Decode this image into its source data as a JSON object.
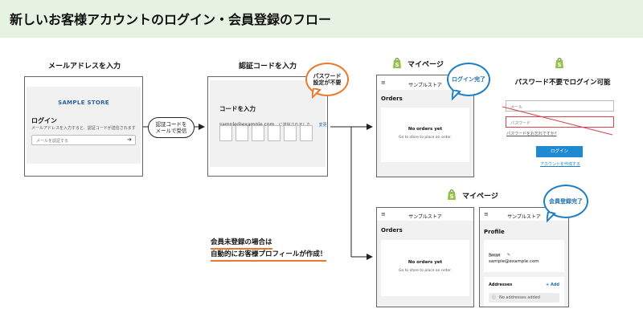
{
  "header": {
    "title": "新しいお客様アカウントのログイン・会員登録のフロー"
  },
  "step1": {
    "title": "メールアドレスを入力",
    "store_name": "SAMPLE STORE",
    "heading": "ログイン",
    "description": "メールアドレスを入力すると、認証コードが送信されます",
    "email_placeholder": "メールを認証する",
    "arrow": "➔"
  },
  "connector": {
    "label_line1": "認証コードを",
    "label_line2": "メールで受信"
  },
  "step2": {
    "title": "認証コードを入力",
    "heading": "コードを入力",
    "email": "sample@example.com",
    "sent_text": "に送信されました",
    "change_link": "変更",
    "bubble_line1": "パスワード",
    "bubble_line2": "設定が不要"
  },
  "mypage_top": {
    "title": "マイページ",
    "store_name": "サンプルストア",
    "orders_heading": "Orders",
    "no_orders": "No orders yet",
    "no_orders_sub": "Go to store to place an order.",
    "bubble": "ログイン完了"
  },
  "login_panel": {
    "title": "パスワード不要でログイン可能",
    "email_placeholder": "メール",
    "password_placeholder": "パスワード",
    "forgot_text": "パスワードをお忘れですか?",
    "login_button": "ログイン",
    "create_account_link": "アカウントを作成する"
  },
  "note": {
    "line1": "会員未登録の場合は",
    "line2": "自動的にお客様プロフィールが作成！"
  },
  "mypage_bottom": {
    "title": "マイページ",
    "store_name": "サンプルストア",
    "orders_heading": "Orders",
    "no_orders": "No orders yet",
    "no_orders_sub": "Go to store to place an order."
  },
  "profile": {
    "store_name": "サンプルストア",
    "heading": "Profile",
    "name_label": "Name",
    "email_label": "Email",
    "email_value": "sample@example.com",
    "addresses_heading": "Addresses",
    "add_link": "+ Add",
    "no_addresses": "No addresses added",
    "bubble": "会員登録完了"
  },
  "colors": {
    "header_bg": "#e6f3e3",
    "accent_blue": "#1f7fc2",
    "accent_orange": "#e97a2d",
    "note_underline": "#e97a2d",
    "shopify_green": "#95bf47",
    "strike_red": "#d9434f"
  },
  "icons": [
    "shopify-bag-icon",
    "hamburger-menu-icon",
    "arrow-right-icon",
    "pencil-icon",
    "info-icon"
  ]
}
